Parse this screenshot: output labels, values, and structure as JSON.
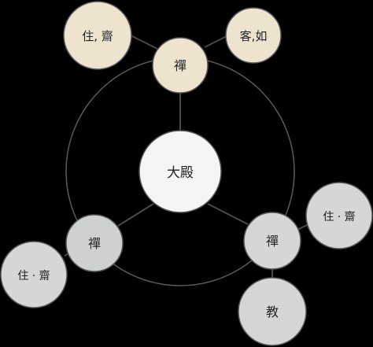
{
  "nodes": {
    "center": {
      "label": "大殿"
    },
    "top_chan": {
      "label": "禪"
    },
    "top_left_leaf": {
      "label": "住, 齋"
    },
    "top_right_leaf": {
      "label": "客,如"
    },
    "left_chan": {
      "label": "禪"
    },
    "left_leaf": {
      "label": "住 · 齋"
    },
    "right_chan": {
      "label": "禪"
    },
    "right_leaf": {
      "label": "住 · 齋"
    },
    "bottom_leaf": {
      "label": "教"
    }
  },
  "colors": {
    "background": "#000000",
    "outer_ring": "#5a5a5a",
    "edge": "#4a4a4a",
    "center_fill": "#f5f5f5",
    "warm_fill": "#ede3cf",
    "cool_fill": "#d6d6d6",
    "cool_dark_fill": "#cfd1d0",
    "node_stroke": "#555555"
  }
}
